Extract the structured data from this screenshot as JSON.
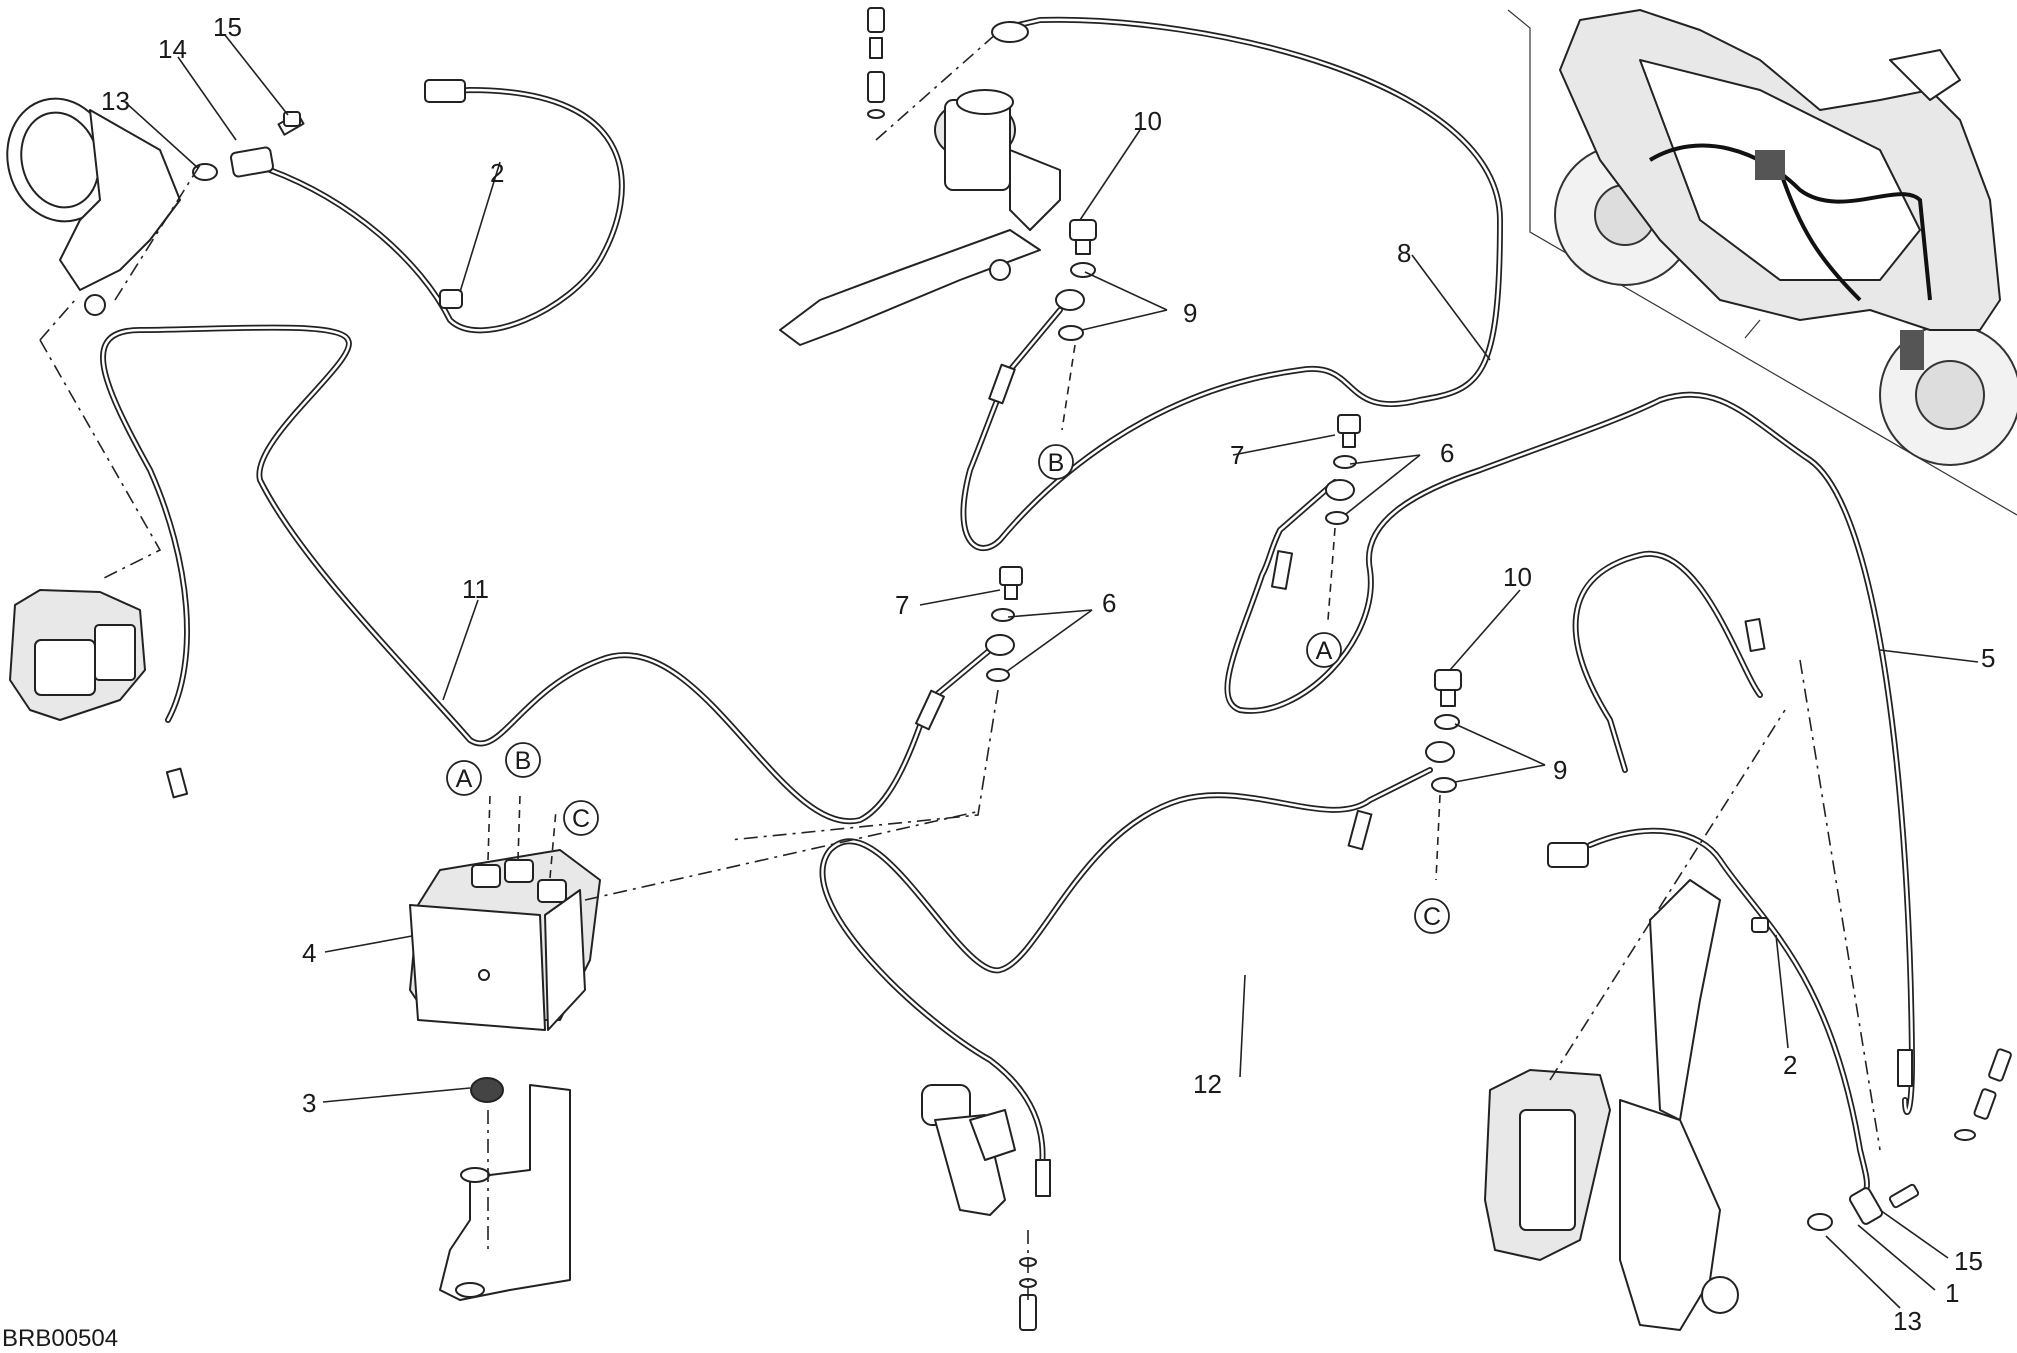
{
  "drawing_code": "BRB00504",
  "callouts": {
    "c1": "1",
    "c2a": "2",
    "c2b": "2",
    "c3": "3",
    "c4": "4",
    "c5": "5",
    "c6a": "6",
    "c6b": "6",
    "c7a": "7",
    "c7b": "7",
    "c8": "8",
    "c9a": "9",
    "c9b": "9",
    "c10a": "10",
    "c10b": "10",
    "c11": "11",
    "c12": "12",
    "c13a": "13",
    "c13b": "13",
    "c14": "14",
    "c15a": "15",
    "c15b": "15"
  },
  "connectors": {
    "a_abs": "A",
    "b_abs": "B",
    "c_abs": "C",
    "a_line": "A",
    "b_line": "B",
    "c_line": "C"
  },
  "icons": [
    "abs-modulator",
    "brake-caliper",
    "master-cylinder",
    "wheel-speed-sensor",
    "banjo-bolt",
    "sealing-washer",
    "motorcycle-location-view"
  ]
}
